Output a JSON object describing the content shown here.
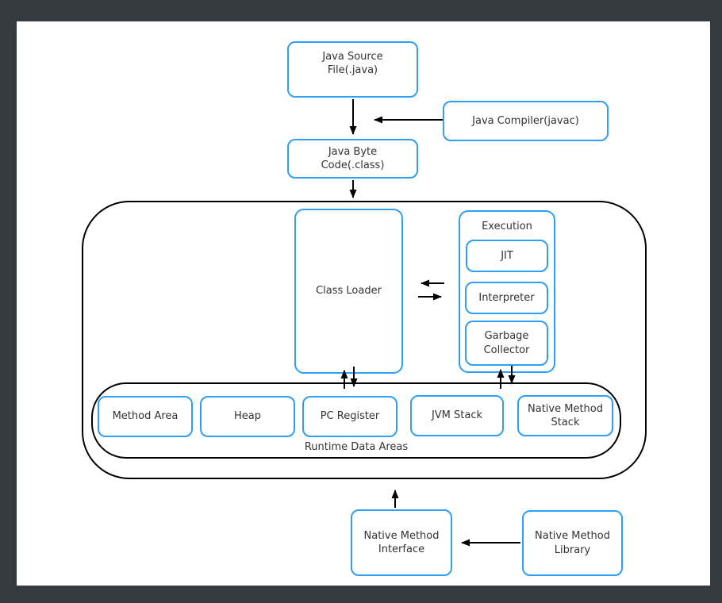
{
  "colors": {
    "frame_bg": "#343a40",
    "canvas_bg": "#ffffff",
    "node_border_blue": "#2e9ef7",
    "outline_black": "#000000",
    "text": "#333333",
    "arrow": "#000000"
  },
  "nodes": {
    "java_source": "Java Source\nFile(.java)",
    "java_compiler": "Java Compiler(javac)",
    "java_byte_code": "Java Byte\nCode(.class)",
    "class_loader": "Class Loader",
    "jit": "JIT",
    "interpreter": "Interpreter",
    "garbage_collector": "Garbage\nCollector",
    "method_area": "Method Area",
    "heap": "Heap",
    "pc_register": "PC Register",
    "jvm_stack": "JVM Stack",
    "native_method_stack": "Native Method\nStack",
    "native_method_interface": "Native Method\nInterface",
    "native_method_library": "Native Method\nLibrary"
  },
  "containers": {
    "execution_label": "Execution",
    "runtime_label": "Runtime Data Areas"
  },
  "edges": [
    {
      "id": "source-to-bytecode",
      "from": "java_source",
      "to": "java_byte_code",
      "direction": "down"
    },
    {
      "id": "compiler-to-flow",
      "from": "java_compiler",
      "to": "source-to-bytecode",
      "direction": "left"
    },
    {
      "id": "bytecode-to-jvm",
      "from": "java_byte_code",
      "to": "jvm",
      "direction": "down"
    },
    {
      "id": "execution-to-classloader",
      "from": "execution",
      "to": "class_loader",
      "direction": "left"
    },
    {
      "id": "classloader-to-execution",
      "from": "class_loader",
      "to": "execution",
      "direction": "right"
    },
    {
      "id": "runtime-to-classloader",
      "from": "runtime_data_areas",
      "to": "class_loader",
      "direction": "up"
    },
    {
      "id": "classloader-to-runtime",
      "from": "class_loader",
      "to": "runtime_data_areas",
      "direction": "down"
    },
    {
      "id": "runtime-to-gc",
      "from": "runtime_data_areas",
      "to": "garbage_collector",
      "direction": "up"
    },
    {
      "id": "gc-to-runtime",
      "from": "garbage_collector",
      "to": "runtime_data_areas",
      "direction": "down"
    },
    {
      "id": "nmi-to-jvm",
      "from": "native_method_interface",
      "to": "jvm",
      "direction": "up"
    },
    {
      "id": "library-to-interface",
      "from": "native_method_library",
      "to": "native_method_interface",
      "direction": "left"
    }
  ]
}
